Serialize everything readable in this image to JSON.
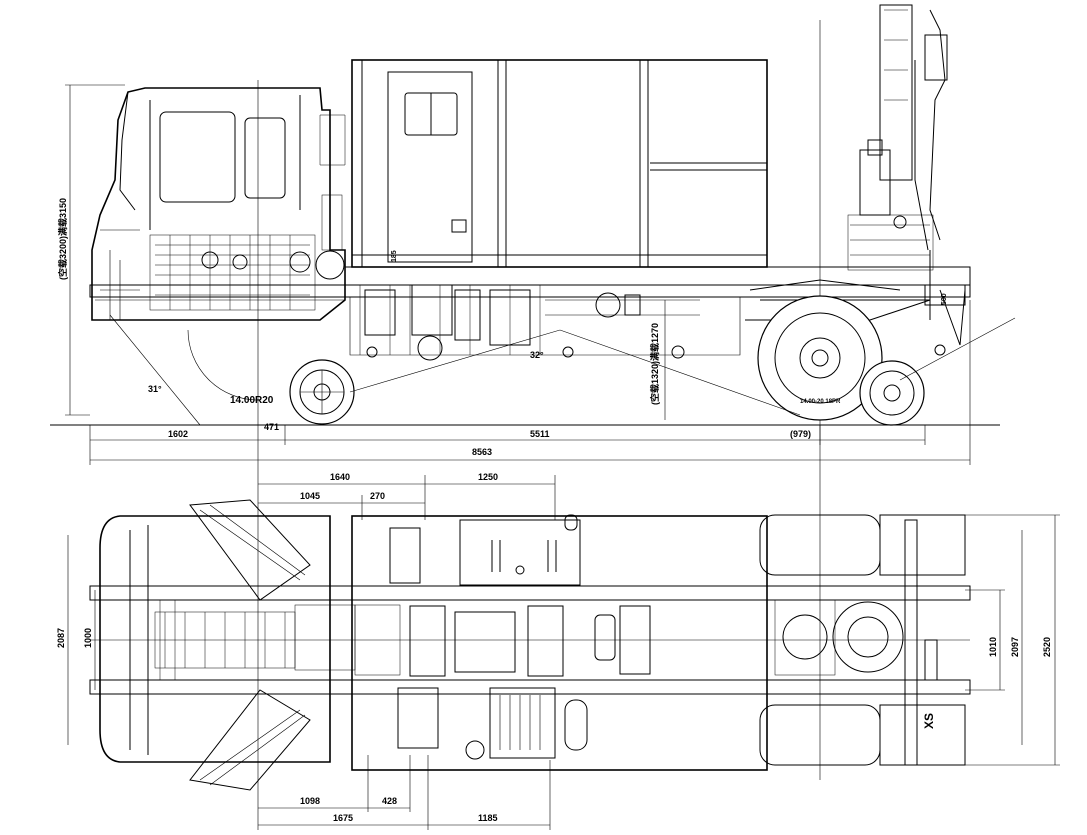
{
  "side_view": {
    "dims": {
      "front_overhang": "1602",
      "small_offset": "471",
      "wheelbase": "5511",
      "rear_overhang": "(979)",
      "overall_length": "8563"
    },
    "labels": {
      "front_tire": "14.00R20",
      "rear_tire": "14.00-20 18PR",
      "approach_angle": "31°",
      "mid_angle": "32°",
      "height_left": "(空载3200)满载3150",
      "height_right": "(空载1320)满载1270",
      "small_dim_185": "185",
      "small_dim_500": "500"
    }
  },
  "top_view": {
    "dims_top": {
      "d1640": "1640",
      "d1045": "1045",
      "d270": "270",
      "d1250": "1250"
    },
    "dims_bottom": {
      "d1098": "1098",
      "d428": "428",
      "d1675": "1675",
      "d1185": "1185"
    },
    "dims_left": {
      "d2087": "2087",
      "d1000": "1000"
    },
    "dims_right": {
      "d1010": "1010",
      "d2097": "2097",
      "d2520": "2520"
    },
    "labels": {
      "mark_xs": "XS"
    }
  }
}
